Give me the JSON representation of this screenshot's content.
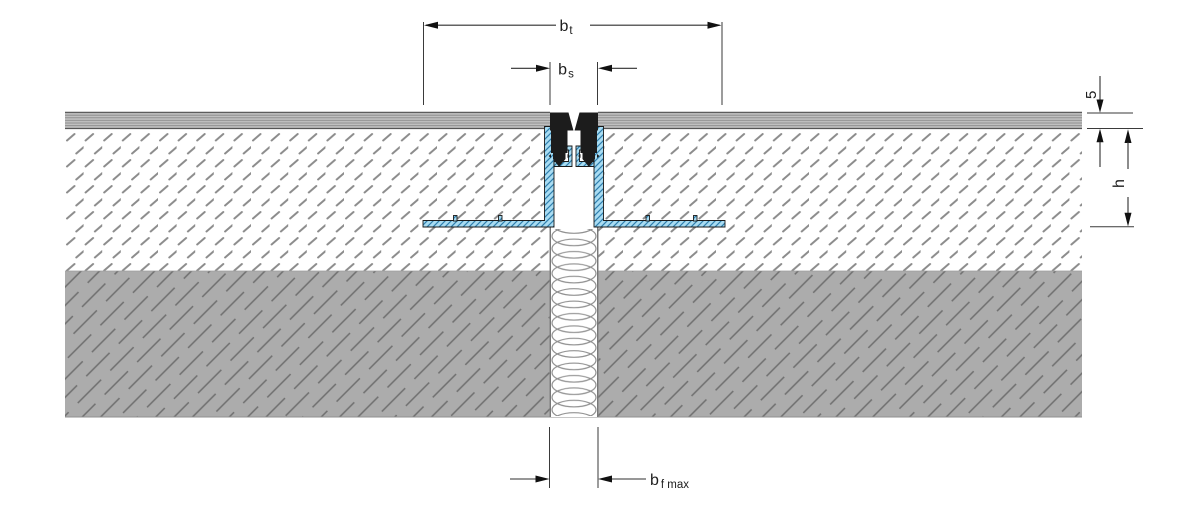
{
  "diagram": {
    "dimension_labels": {
      "bt": {
        "base": "b",
        "sub": "t"
      },
      "bs": {
        "base": "b",
        "sub": "s"
      },
      "bf_max": {
        "base": "b",
        "sub": "f max"
      },
      "top_layer_thickness": "5",
      "profile_height": "h"
    },
    "colors": {
      "profile_blue_fill": "#a9dcf2",
      "profile_blue_hatch": "#2e7fae",
      "insert_black": "#1c1c1c",
      "topping_gray": "#c0c0c0",
      "topping_stripe_gray": "#8b8b8b",
      "screed_hatch_gray": "#8c8c8c",
      "concrete_gray": "#acacac",
      "concrete_hatch_gray": "#6f6f6f",
      "coil_gray": "#909090",
      "dimension_line": "#2f2f2f"
    }
  }
}
